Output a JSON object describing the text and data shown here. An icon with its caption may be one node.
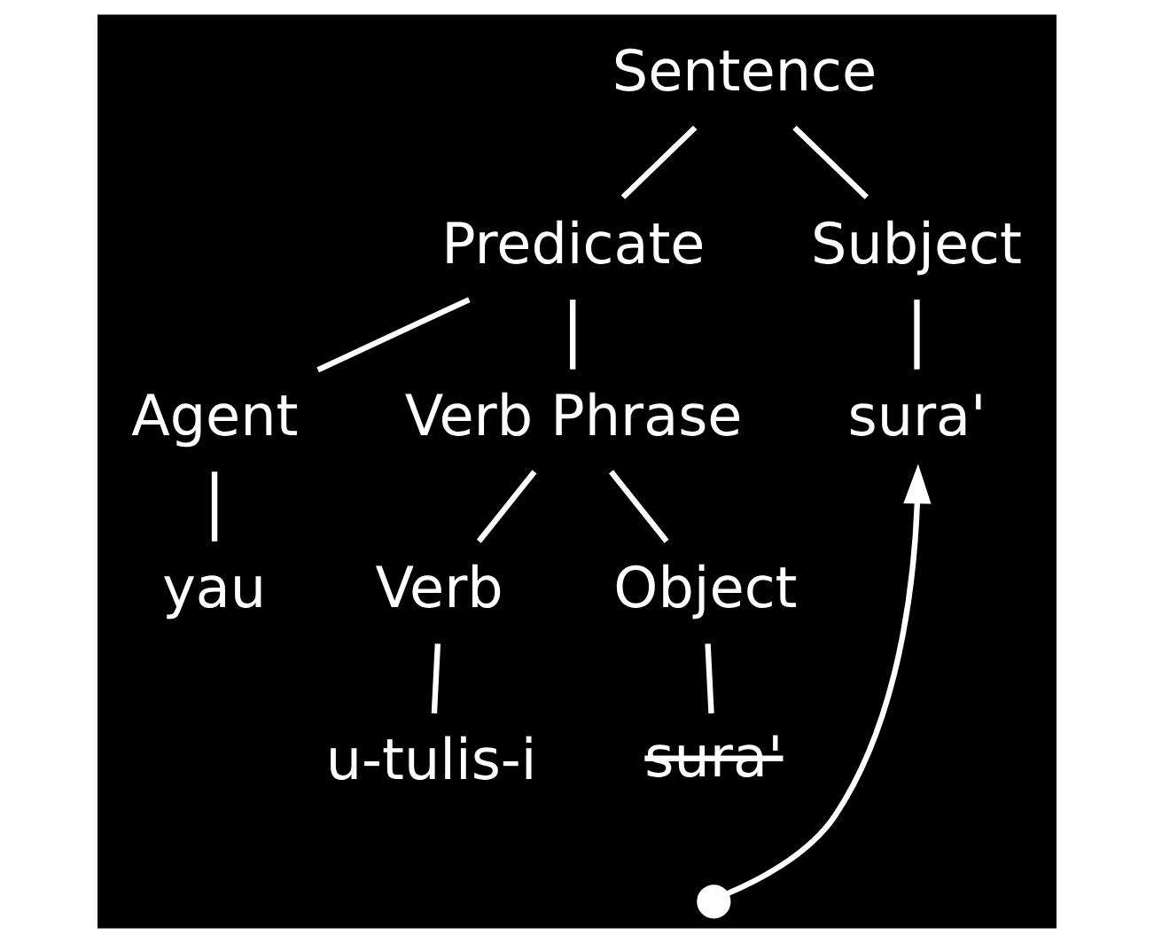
{
  "diagram": {
    "nodes": [
      {
        "text": [
          "Sentence"
        ]
      },
      {
        "text": [
          "Predicate"
        ]
      },
      {
        "text": [
          "Subject"
        ]
      },
      {
        "text": [
          "Agent"
        ]
      },
      {
        "text": [
          "Verb Phrase"
        ]
      },
      {
        "text": [
          "sura'"
        ]
      },
      {
        "text": [
          "yau"
        ]
      },
      {
        "text": [
          "Verb"
        ]
      },
      {
        "text": [
          "Object"
        ]
      },
      {
        "text": [
          "u-tulis-i"
        ]
      },
      {
        "text": [
          "sura'"
        ]
      },
      {
        "text": [],
        "shape": "circle"
      }
    ],
    "edges": [
      {
        "from": 0,
        "to": 1,
        "arrow": "none"
      },
      {
        "from": 0,
        "to": 2,
        "arrow": "none"
      },
      {
        "from": 1,
        "to": 3,
        "arrow": "none"
      },
      {
        "from": 1,
        "to": 4,
        "arrow": "none"
      },
      {
        "from": 2,
        "to": 5,
        "arrow": "none"
      },
      {
        "from": 3,
        "to": 6,
        "arrow": "none"
      },
      {
        "from": 4,
        "to": 7,
        "arrow": "none"
      },
      {
        "from": 4,
        "to": 8,
        "arrow": "none"
      },
      {
        "from": 7,
        "to": 9,
        "arrow": "none"
      },
      {
        "from": 8,
        "to": 10,
        "arrow": "none"
      },
      {
        "from": 11,
        "to": 5,
        "arrow": "to"
      }
    ]
  }
}
